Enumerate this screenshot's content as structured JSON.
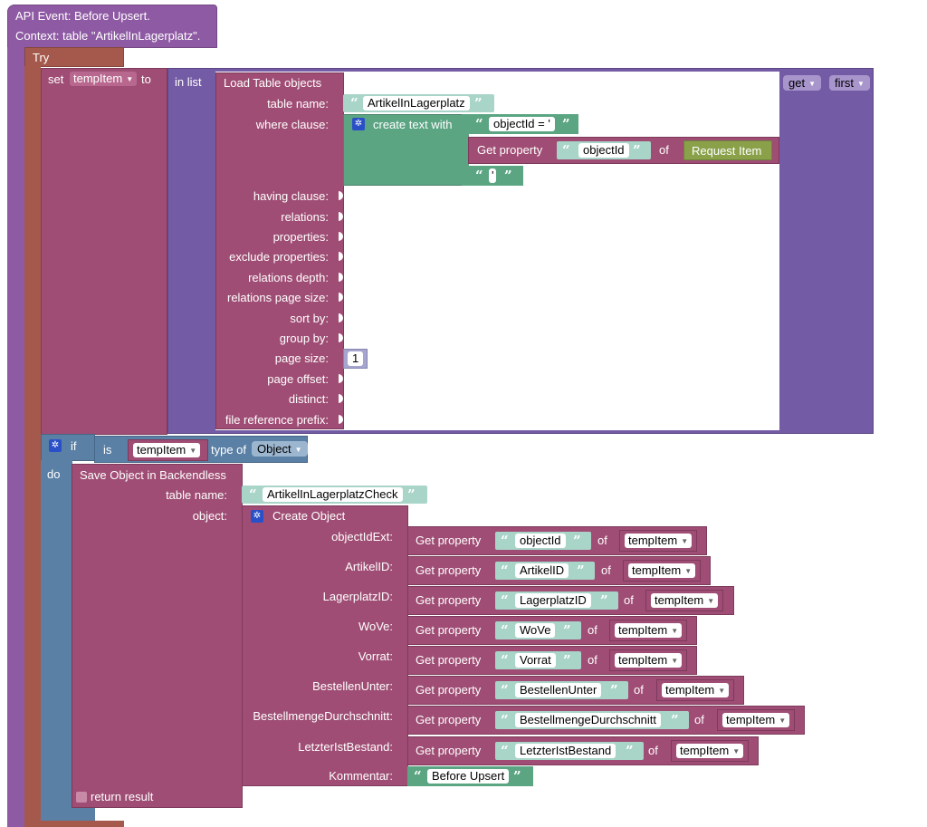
{
  "hat": {
    "line1": "API Event: Before Upsert.",
    "line2": "Context: table \"ArtikelInLagerplatz\"."
  },
  "try_block": {
    "label": "Try"
  },
  "set_block": {
    "label_set": "set",
    "variable": "tempItem",
    "label_to": "to"
  },
  "in_list_block": {
    "label": "in list",
    "get_option": "get",
    "first_option": "first"
  },
  "load_table": {
    "title": "Load Table objects",
    "params": [
      "table name:",
      "where clause:",
      "having clause:",
      "relations:",
      "properties:",
      "exclude properties:",
      "relations depth:",
      "relations page size:",
      "sort by:",
      "group by:",
      "page size:",
      "page offset:",
      "distinct:",
      "file reference prefix:"
    ],
    "table_name_value": "ArtikelInLagerplatz",
    "page_size_value": "1",
    "create_text_label": "create text with",
    "text_part1": "objectId = '",
    "get_property_label": "Get property",
    "property_name": "objectId",
    "of_label": "of",
    "request_item": "Request Item",
    "text_part3": "'"
  },
  "if_block": {
    "if_label": "if",
    "is_label": "is",
    "variable": "tempItem",
    "type_of_label": "type of",
    "type_value": "Object",
    "do_label": "do"
  },
  "save_block": {
    "title": "Save Object in Backendless",
    "table_name_label": "table name:",
    "table_name_value": "ArtikelInLagerplatzCheck",
    "object_label": "object:",
    "return_result": "return result"
  },
  "create_object": {
    "title": "Create Object",
    "get_property_label": "Get property",
    "of_label": "of",
    "rows": [
      {
        "label": "objectIdExt:",
        "property": "objectId",
        "source": "tempItem"
      },
      {
        "label": "ArtikelID:",
        "property": "ArtikelID",
        "source": "tempItem"
      },
      {
        "label": "LagerplatzID:",
        "property": "LagerplatzID",
        "source": "tempItem"
      },
      {
        "label": "WoVe:",
        "property": "WoVe",
        "source": "tempItem"
      },
      {
        "label": "Vorrat:",
        "property": "Vorrat",
        "source": "tempItem"
      },
      {
        "label": "BestellenUnter:",
        "property": "BestellenUnter",
        "source": "tempItem"
      },
      {
        "label": "BestellmengeDurchschnitt:",
        "property": "BestellmengeDurchschnitt",
        "source": "tempItem"
      },
      {
        "label": "LetzterIstBestand:",
        "property": "LetzterIstBestand",
        "source": "tempItem"
      }
    ],
    "kommentar_label": "Kommentar:",
    "kommentar_value": "Before Upsert"
  },
  "colors": {
    "hat": "#8e5aa3",
    "try": "#a5594c",
    "list": "#745ba5",
    "backendless": "#9f4d74",
    "text": "#5ba583",
    "string": "#a9d4c8",
    "logic": "#5b80a5",
    "request": "#8aa14a"
  }
}
